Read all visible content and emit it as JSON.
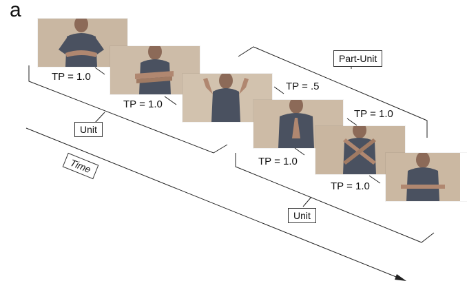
{
  "panel_label": "a",
  "labels": {
    "part_unit": "Part-Unit",
    "unit_1": "Unit",
    "unit_2": "Unit",
    "time": "Time"
  },
  "transitions": [
    {
      "text": "TP = 1.0"
    },
    {
      "text": "TP = 1.0"
    },
    {
      "text": "TP = .5"
    },
    {
      "text": "TP = 1.0"
    },
    {
      "text": "TP = 1.0"
    },
    {
      "text": "TP = 1.0"
    }
  ],
  "frames": [
    {
      "pose": "hands-together-low"
    },
    {
      "pose": "arms-folded"
    },
    {
      "pose": "fists-raised"
    },
    {
      "pose": "palms-pressed"
    },
    {
      "pose": "arms-crossed-x"
    },
    {
      "pose": "hands-horizontal"
    }
  ],
  "colors": {
    "background_wall": "#c9b7a2",
    "shirt": "#4a5160",
    "skin": "#b08770",
    "line": "#222222"
  }
}
